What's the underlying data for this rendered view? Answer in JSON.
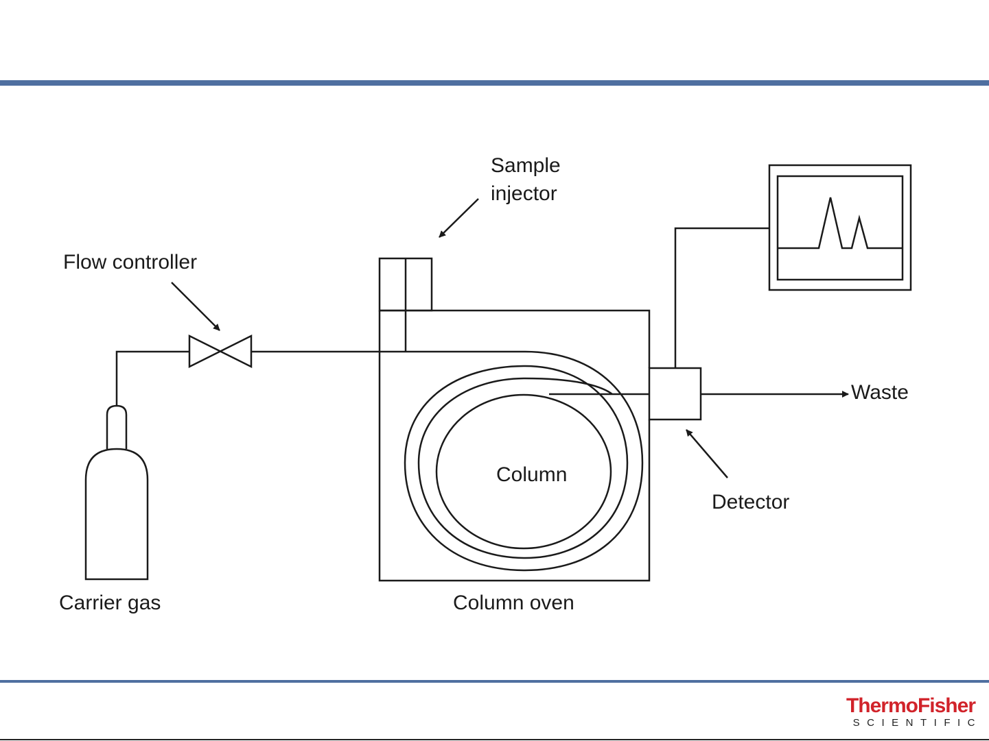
{
  "diagram": {
    "labels": {
      "sample_injector_line1": "Sample",
      "sample_injector_line2": "injector",
      "flow_controller": "Flow controller",
      "waste": "Waste",
      "column": "Column",
      "detector": "Detector",
      "carrier_gas": "Carrier gas",
      "column_oven": "Column oven"
    }
  },
  "branding": {
    "logo_text": "ThermoFisher",
    "logo_subtext": "SCIENTIFIC"
  },
  "colors": {
    "rule_blue": "#4f6fa0",
    "brand_red": "#d1232a",
    "line": "#1a1a1a"
  }
}
